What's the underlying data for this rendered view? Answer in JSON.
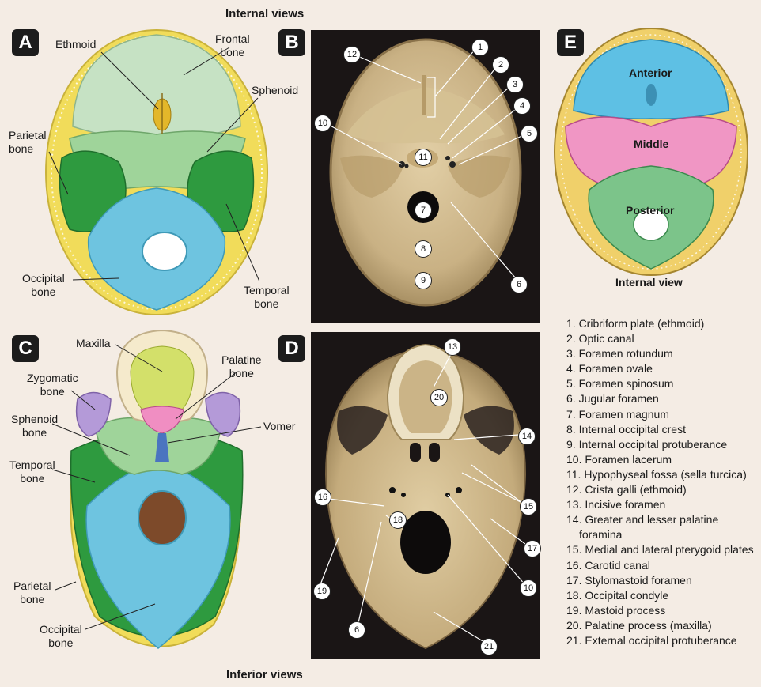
{
  "headings": {
    "internal_views": "Internal views",
    "inferior_views": "Inferior views",
    "internal_view": "Internal view"
  },
  "panels": {
    "A": {
      "badge": "A",
      "labels": {
        "ethmoid": "Ethmoid",
        "frontal": "Frontal\nbone",
        "sphenoid": "Sphenoid",
        "parietal": "Parietal\nbone",
        "occipital": "Occipital\nbone",
        "temporal": "Temporal\nbone"
      }
    },
    "B": {
      "badge": "B",
      "numbers": [
        "1",
        "2",
        "3",
        "4",
        "5",
        "6",
        "7",
        "8",
        "9",
        "10",
        "11",
        "12"
      ]
    },
    "C": {
      "badge": "C",
      "labels": {
        "maxilla": "Maxilla",
        "palatine": "Palatine\nbone",
        "zygomatic": "Zygomatic\nbone",
        "sphenoid": "Sphenoid\nbone",
        "vomer": "Vomer",
        "temporal": "Temporal\nbone",
        "parietal": "Parietal\nbone",
        "occipital": "Occipital\nbone"
      }
    },
    "D": {
      "badge": "D",
      "numbers": [
        "13",
        "20",
        "14",
        "15",
        "16",
        "18",
        "17",
        "19",
        "10",
        "6",
        "21"
      ]
    },
    "E": {
      "badge": "E",
      "zones": {
        "anterior": "Anterior",
        "middle": "Middle",
        "posterior": "Posterior"
      }
    }
  },
  "legend": [
    "1. Cribriform plate (ethmoid)",
    "2. Optic canal",
    "3. Foramen rotundum",
    "4. Foramen ovale",
    "5. Foramen spinosum",
    "6. Jugular foramen",
    "7. Foramen magnum",
    "8. Internal occipital crest",
    "9. Internal occipital protuberance",
    "10. Foramen lacerum",
    "11. Hypophyseal fossa (sella turcica)",
    "12. Crista galli (ethmoid)",
    "13. Incisive foramen",
    "14. Greater and lesser palatine foramina",
    "15. Medial and lateral pterygoid plates",
    "16. Carotid canal",
    "17. Stylomastoid foramen",
    "18. Occipital condyle",
    "19. Mastoid process",
    "20. Palatine process (maxilla)",
    "21. External occipital protuberance"
  ],
  "colors": {
    "background": "#f4ece4",
    "frontal": "#c6e2c4",
    "sphenoid": "#9fd49a",
    "temporal": "#2e9a3f",
    "occipital": "#6ec4e0",
    "parietal": "#f1dc5a",
    "maxilla": "#d3e06a",
    "palatine": "#f08ec2",
    "zygomatic": "#b49ad8",
    "vomer": "#4a74c0",
    "anterior": "#5ec0e4",
    "middle": "#f096c4",
    "posterior": "#7cc48a",
    "photo_bone": "#d8c298",
    "photo_bg": "#1a1515"
  }
}
